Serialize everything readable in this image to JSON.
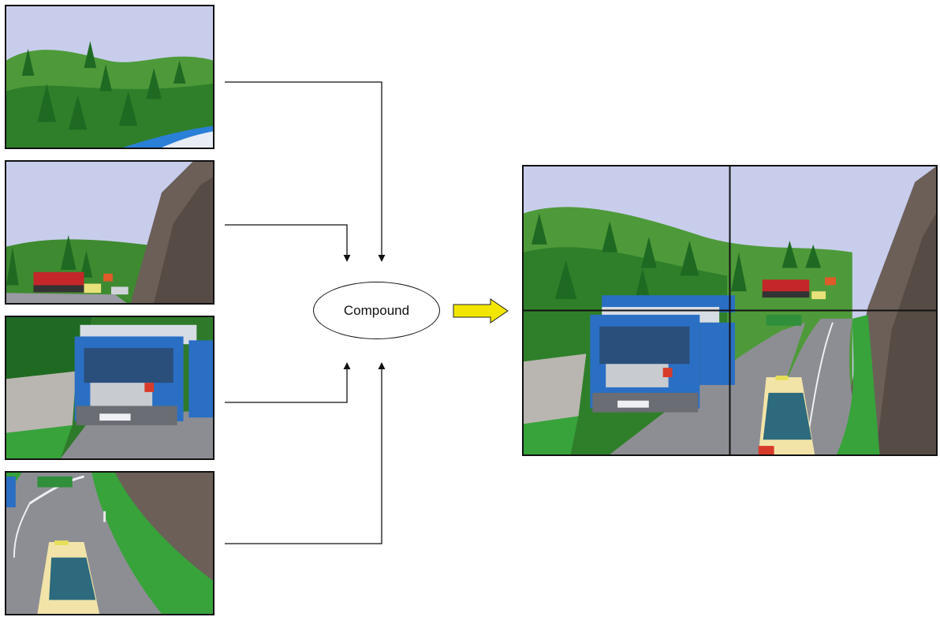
{
  "diagram": {
    "node_label": "Compound",
    "accent_arrow_color": "#f2e600",
    "line_color": "#111111"
  },
  "inputs": [
    {
      "content": "mountain-forest-scene"
    },
    {
      "content": "rock-wall-and-bus-scene"
    },
    {
      "content": "blue-truck-scene"
    },
    {
      "content": "yellow-taxi-on-road-scene"
    }
  ],
  "output": {
    "content": "compound-2x2-scene",
    "grid": "2x2"
  }
}
